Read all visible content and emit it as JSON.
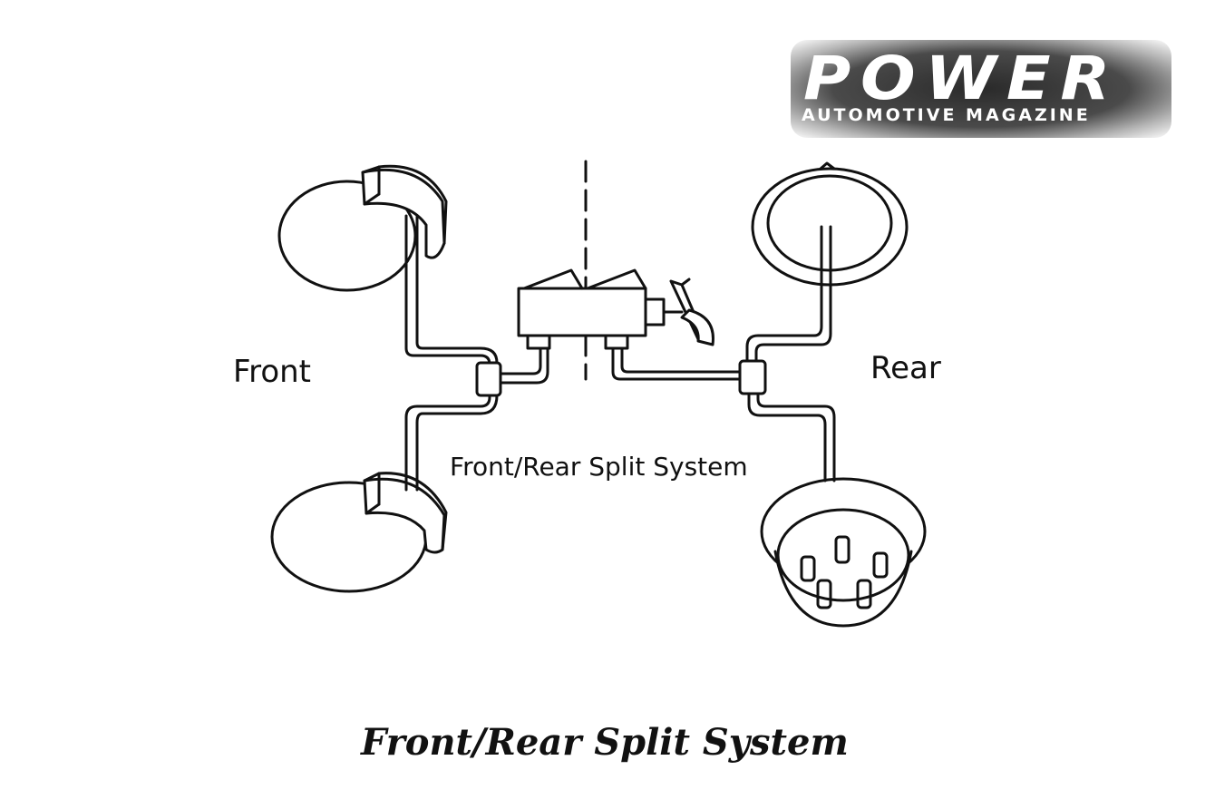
{
  "logo": {
    "main": "POWER",
    "sub": "AUTOMOTIVE MAGAZINE"
  },
  "labels": {
    "front": "Front",
    "rear": "Rear",
    "center": "Front/Rear Split System"
  },
  "caption": "Front/Rear Split System",
  "icons": {
    "front_wheels": "disc-brake-icon",
    "rear_wheels": "drum-brake-icon",
    "master_cylinder": "master-cylinder-icon",
    "pedal": "brake-pedal-icon"
  },
  "colors": {
    "line": "#111111",
    "background": "#ffffff"
  }
}
